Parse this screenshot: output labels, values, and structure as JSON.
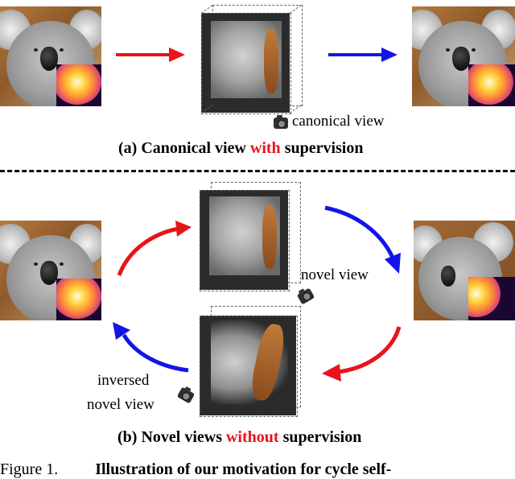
{
  "section_a": {
    "camera_label": "canonical view",
    "caption": {
      "prefix": "(a) Canonical view ",
      "highlight": "with",
      "suffix": " supervision"
    }
  },
  "section_b": {
    "novel_view_label": "novel view",
    "inversed_label_line1": "inversed",
    "inversed_label_line2": "novel view",
    "caption": {
      "prefix": "(b) Novel views ",
      "highlight": "without",
      "suffix": " supervision"
    }
  },
  "figure_caption": {
    "prefix": "Figure 1.",
    "text": "Illustration of our motivation for cycle self-"
  },
  "colors": {
    "forward_arrow": "#e8141b",
    "backward_arrow": "#1414e8",
    "highlight_text": "#e8141b"
  },
  "icons": [
    "camera-icon",
    "arrow-right-icon"
  ]
}
